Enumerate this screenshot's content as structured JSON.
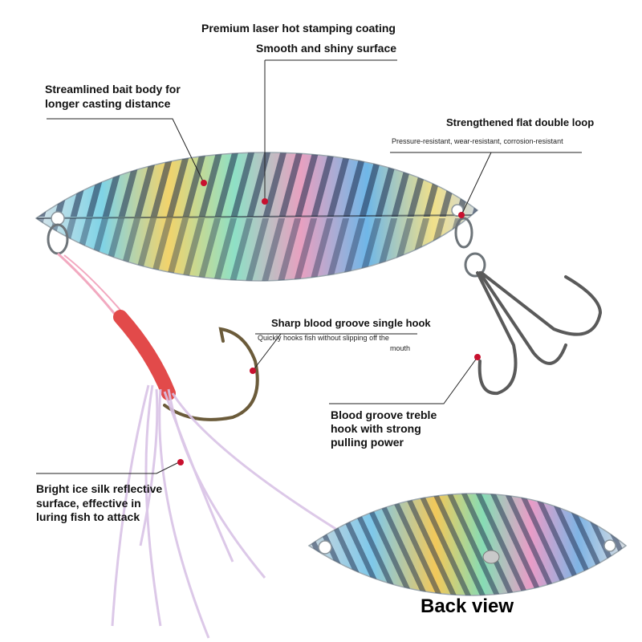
{
  "callouts": {
    "coating_1": "Premium laser hot stamping coating",
    "coating_2": "Smooth and shiny surface",
    "body_1": "Streamlined bait body for",
    "body_2": "longer casting distance",
    "loop_title": "Strengthened flat double loop",
    "loop_sub": "Pressure-resistant, wear-resistant, corrosion-resistant",
    "single_hook_title": "Sharp blood groove single hook",
    "single_hook_sub_1": "Quickly hooks fish without slipping off the",
    "single_hook_sub_2": "mouth",
    "treble_1": "Blood groove treble",
    "treble_2": "hook with strong",
    "treble_3": "pulling power",
    "silk_1": "Bright ice silk reflective",
    "silk_2": "surface, effective in",
    "silk_3": "luring fish to attack"
  },
  "back_view_label": "Back view",
  "colors": {
    "callout_dot": "#c8102e",
    "leader_line": "#222222",
    "assist_cord": "#e24a4a",
    "hook_steel": "#5a5a5a"
  }
}
